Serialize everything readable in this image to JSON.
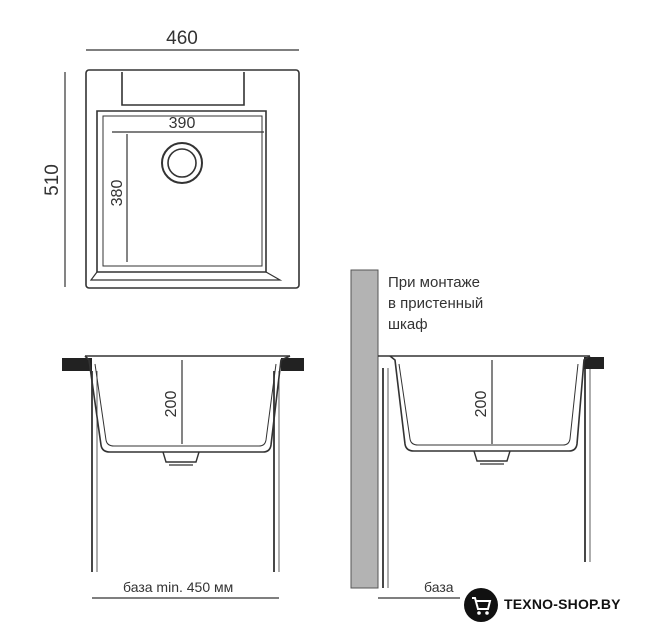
{
  "dimensions": {
    "overall_width": "460",
    "overall_depth": "510",
    "bowl_width": "390",
    "bowl_length": "380",
    "bowl_depth_front": "200",
    "bowl_depth_side": "200",
    "base_front": "база min. 450 мм",
    "base_side_partial": "база"
  },
  "note": {
    "lines": [
      "При монтаже",
      "в пристенный",
      "шкаф"
    ]
  },
  "brand": {
    "name": "TEXNO-SHOP.BY",
    "icon": "shopping-cart-icon"
  },
  "colors": {
    "line": "#333333",
    "wall": "#b3b3b3",
    "countertop": "#222222"
  }
}
